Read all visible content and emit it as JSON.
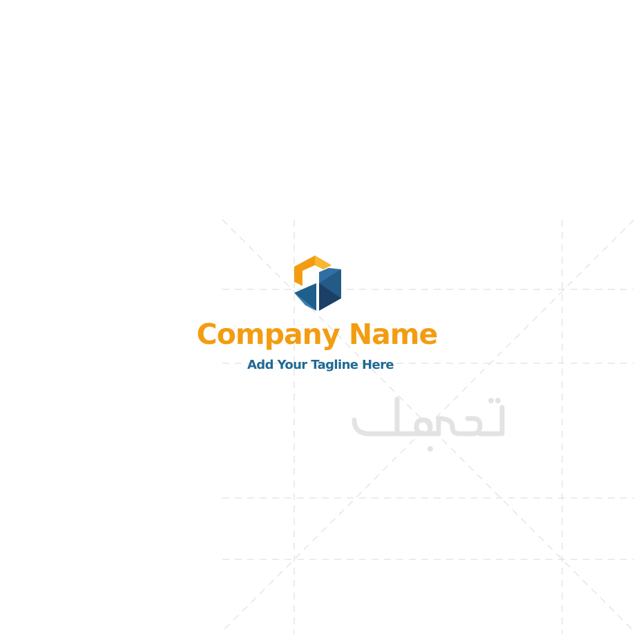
{
  "brand": {
    "company_name": "Company Name",
    "tagline": "Add Your Tagline Here",
    "watermark_text": "تصميمك"
  },
  "colors": {
    "orange": "#f39c12",
    "orange_light": "#f7b731",
    "blue": "#1f5f8b",
    "blue_dark": "#1b3f66",
    "blue_light": "#3b7fb4",
    "tagline_blue": "#1f6a93",
    "guide_gray": "#d9d9d9",
    "watermark_gray": "#e3e3e3"
  }
}
